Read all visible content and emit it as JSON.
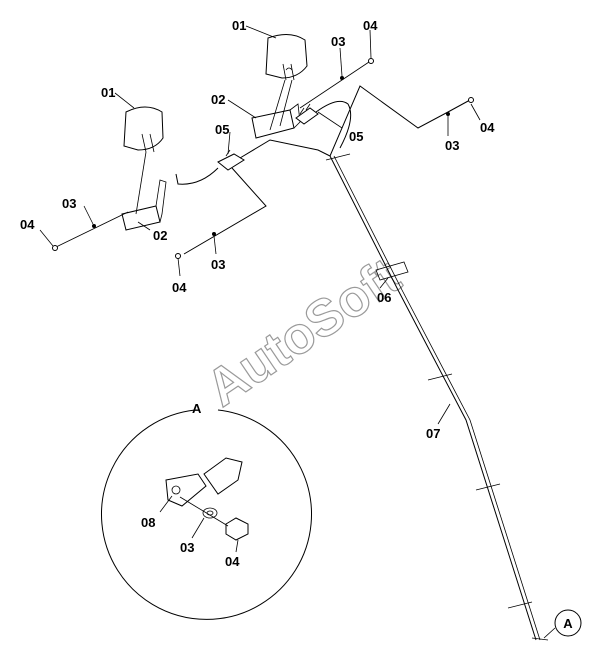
{
  "diagram": {
    "watermark": "AutoSoft",
    "detail_label": "A",
    "callout_label": "A",
    "labels": {
      "p01_right": "01",
      "p01_left": "01",
      "p02_right": "02",
      "p02_left": "02",
      "p03_top": "03",
      "p03_right": "03",
      "p03_left": "03",
      "p03_mid": "03",
      "p04_top": "04",
      "p04_right": "04",
      "p04_left": "04",
      "p04_mid": "04",
      "p05_left": "05",
      "p05_right": "05",
      "p06": "06",
      "p07": "07",
      "d08": "08",
      "d03": "03",
      "d04": "04"
    }
  }
}
